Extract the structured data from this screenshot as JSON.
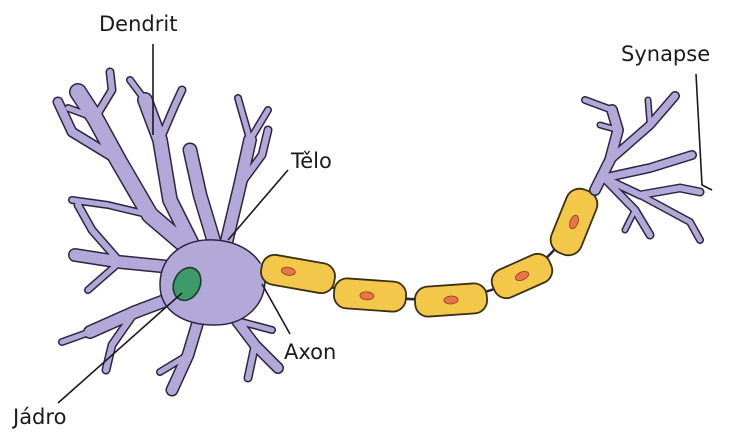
{
  "labels": {
    "dendrite": "Dendrit",
    "body": "Tělo",
    "axon": "Axon",
    "nucleus": "Jádro",
    "synapse": "Synapse"
  },
  "colors": {
    "cell": "#b3a9d9",
    "cell_outline": "#2a2540",
    "nucleus": "#3d9a6b",
    "myelin": "#f3c84a",
    "myelin_outline": "#3a3010",
    "myelin_nucleus": "#e8744a"
  }
}
